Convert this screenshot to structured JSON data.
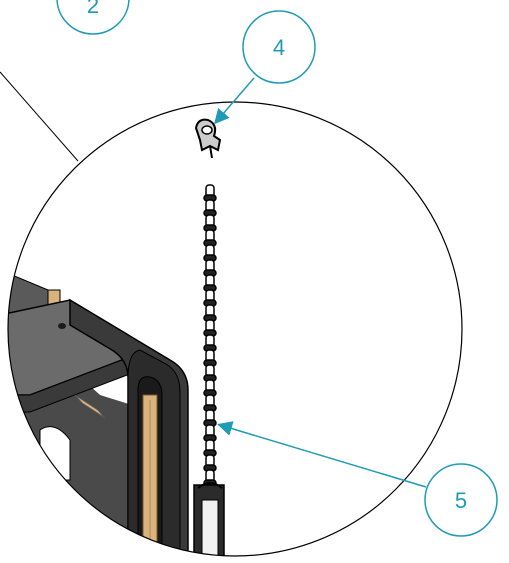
{
  "colors": {
    "callout": "#1f9bb5",
    "outline": "#000000",
    "panel_dark": "#3a3a3a",
    "panel_mid": "#6b6b6b",
    "wood": "#d9b27c"
  },
  "callouts": [
    {
      "label": "2"
    },
    {
      "label": "4"
    },
    {
      "label": "5"
    }
  ]
}
